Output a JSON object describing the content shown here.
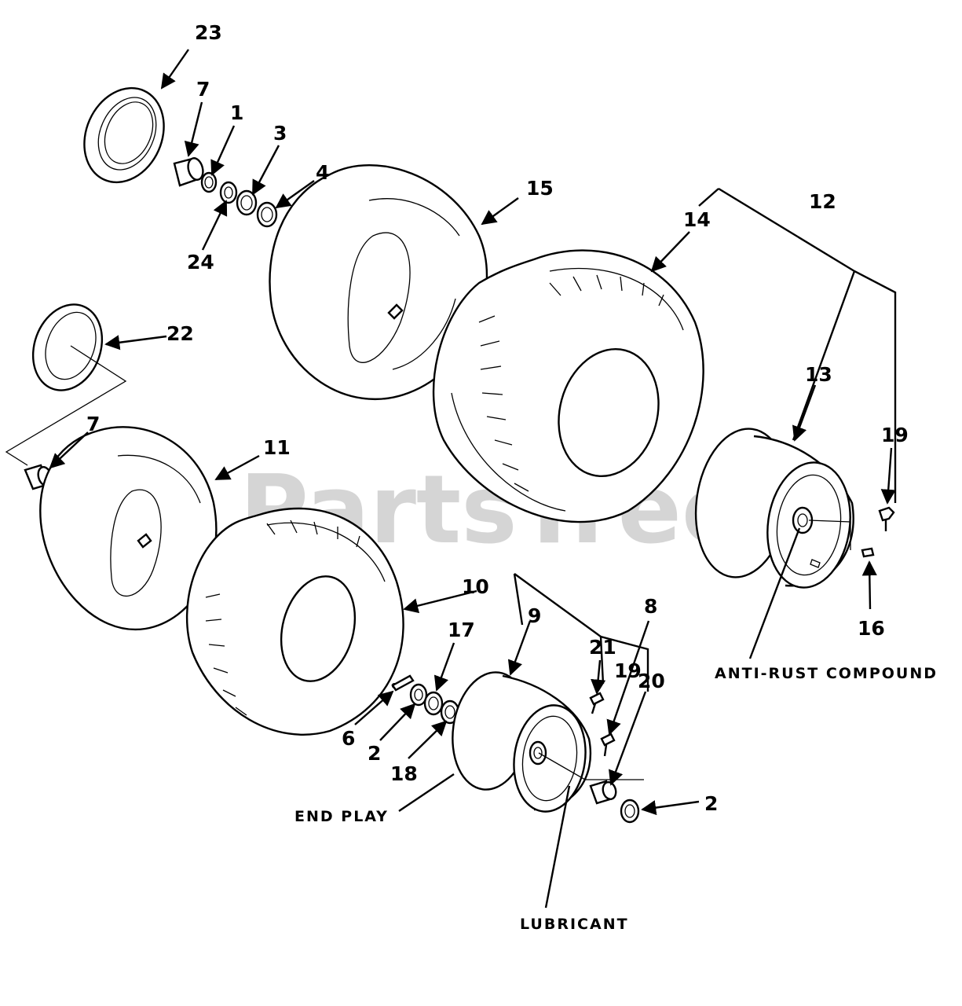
{
  "watermark": "PartsTree",
  "callouts": {
    "c1": "1",
    "c2a": "2",
    "c2b": "2",
    "c3": "3",
    "c4": "4",
    "c6": "6",
    "c7a": "7",
    "c7b": "7",
    "c8": "8",
    "c9": "9",
    "c10": "10",
    "c11": "11",
    "c12": "12",
    "c13": "13",
    "c14": "14",
    "c15": "15",
    "c16": "16",
    "c17": "17",
    "c18": "18",
    "c19a": "19",
    "c19b": "19",
    "c20": "20",
    "c21": "21",
    "c22": "22",
    "c23": "23",
    "c24": "24"
  },
  "notes": {
    "anti_rust": "ANTI-RUST COMPOUND",
    "end_play": "END PLAY",
    "lubricant": "LUBRICANT"
  }
}
